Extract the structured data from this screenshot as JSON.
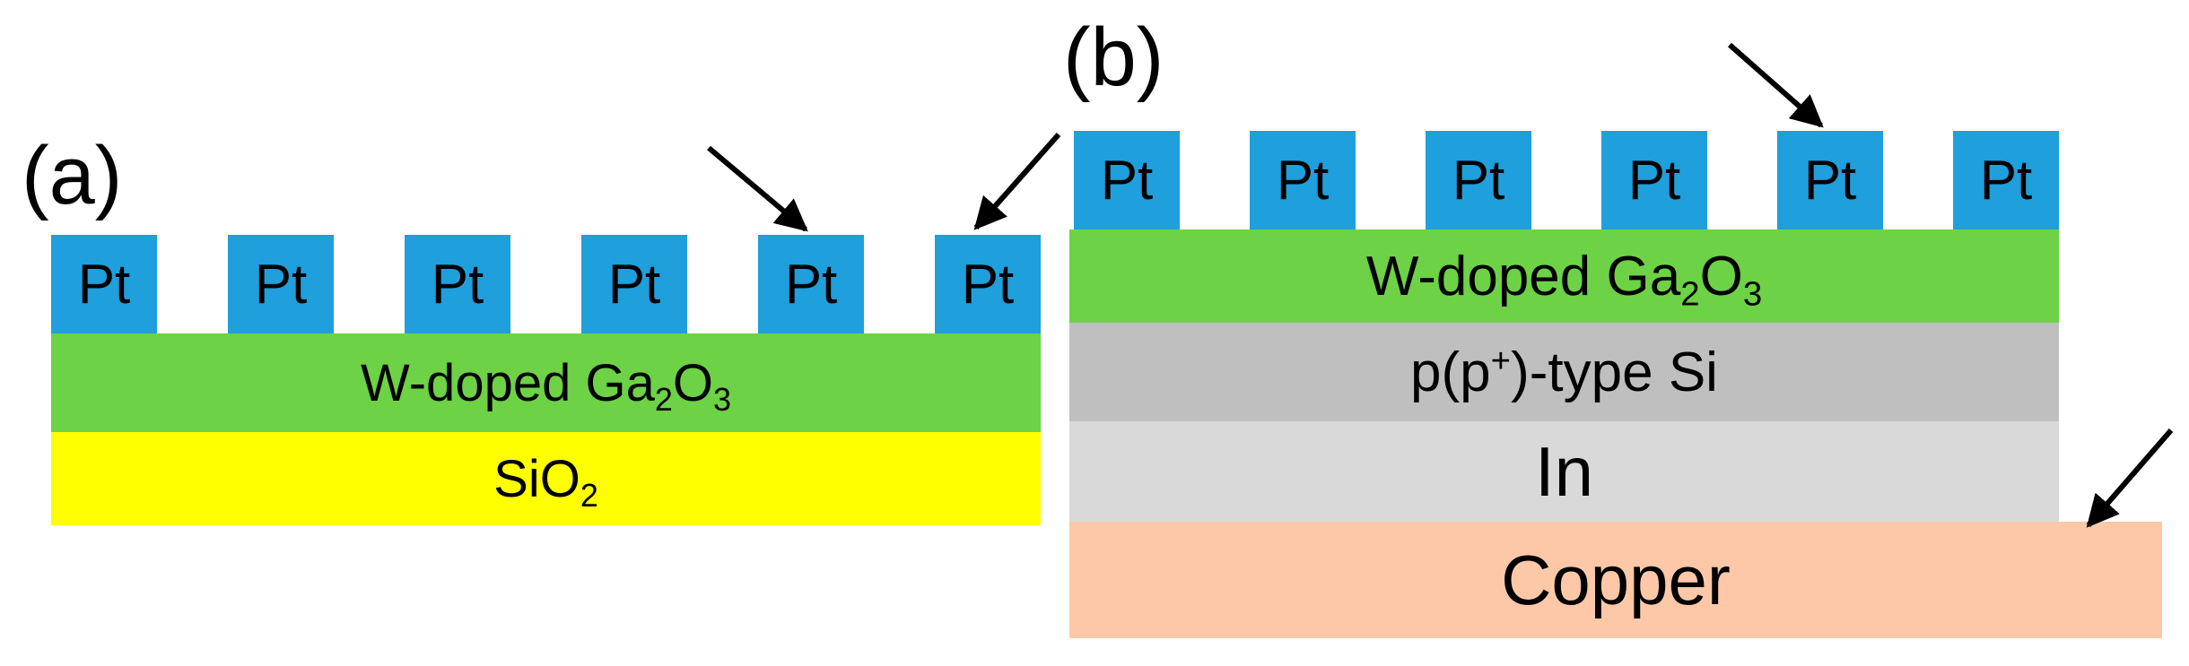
{
  "panel_a": {
    "label": "(a)",
    "electrode_label": "Pt",
    "electrode_count": 6,
    "layers": [
      {
        "base": "W-doped Ga",
        "sub1": "2",
        "mid": "O",
        "sub2": "3",
        "color": "#6dd246"
      },
      {
        "base": "SiO",
        "sub1": "2",
        "color": "#ffff00"
      }
    ]
  },
  "panel_b": {
    "label": "(b)",
    "electrode_label": "Pt",
    "electrode_count": 6,
    "layers": [
      {
        "base": "W-doped Ga",
        "sub1": "2",
        "mid": "O",
        "sub2": "3",
        "color": "#6dd246"
      },
      {
        "pre": "p(p",
        "sup": "+",
        "post": ")-type Si",
        "color": "#bfbfbf"
      },
      {
        "text": "In",
        "color": "#d9d9d9"
      },
      {
        "text": "Copper",
        "color": "#fcc8a8"
      }
    ]
  },
  "colors": {
    "electrode": "#1f9fdc",
    "arrow": "#000000"
  }
}
